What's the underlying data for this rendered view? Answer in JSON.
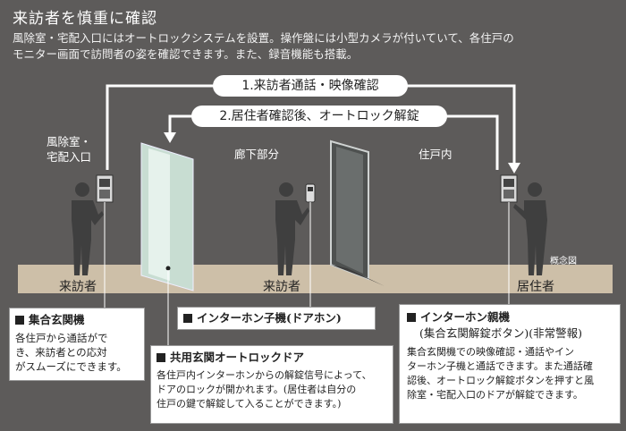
{
  "header": {
    "title": "来訪者を慎重に確認",
    "intro_line1": "風除室・宅配入口にはオートロックシステムを設置。操作盤には小型カメラが付いていて、各住戸の",
    "intro_line2": "モニター画面で訪問者の姿を確認できます。また、録音機能も搭載。"
  },
  "flow": {
    "step1": "1.来訪者通話・映像確認",
    "step2": "2.居住者確認後、オートロック解錠"
  },
  "zones": {
    "vestibule_line1": "風除室・",
    "vestibule_line2": "宅配入口",
    "corridor": "廊下部分",
    "dwelling": "住戸内"
  },
  "note": "概念図",
  "people": {
    "visitor_left": "来訪者",
    "visitor_center": "来訪者",
    "resident": "居住者"
  },
  "callouts": {
    "entrance_panel": {
      "title": "集合玄関機",
      "lines": [
        "各住戸から通話がで",
        "き、来訪者との応対",
        "がスムーズにできます。"
      ]
    },
    "door_phone": {
      "title": "インターホン子機(ドアホン)"
    },
    "auto_lock_door": {
      "title": "共用玄関オートロックドア",
      "lines": [
        "各住戸内インターホンからの解錠信号によって、",
        "ドアのロックが開かれます。(居住者は自分の",
        "住戸の鍵で解錠して入ることができます。)"
      ]
    },
    "master_unit": {
      "title": "インターホン親機",
      "subtitle": "(集合玄関解錠ボタン)(非常警報)",
      "lines": [
        "集合玄関機での映像確認・通話やイン",
        "ターホン子機と通話できます。また通話確",
        "認後、オートロック解錠ボタンを押すと風",
        "除室・宅配入口のドアが解錠できます。"
      ]
    }
  }
}
